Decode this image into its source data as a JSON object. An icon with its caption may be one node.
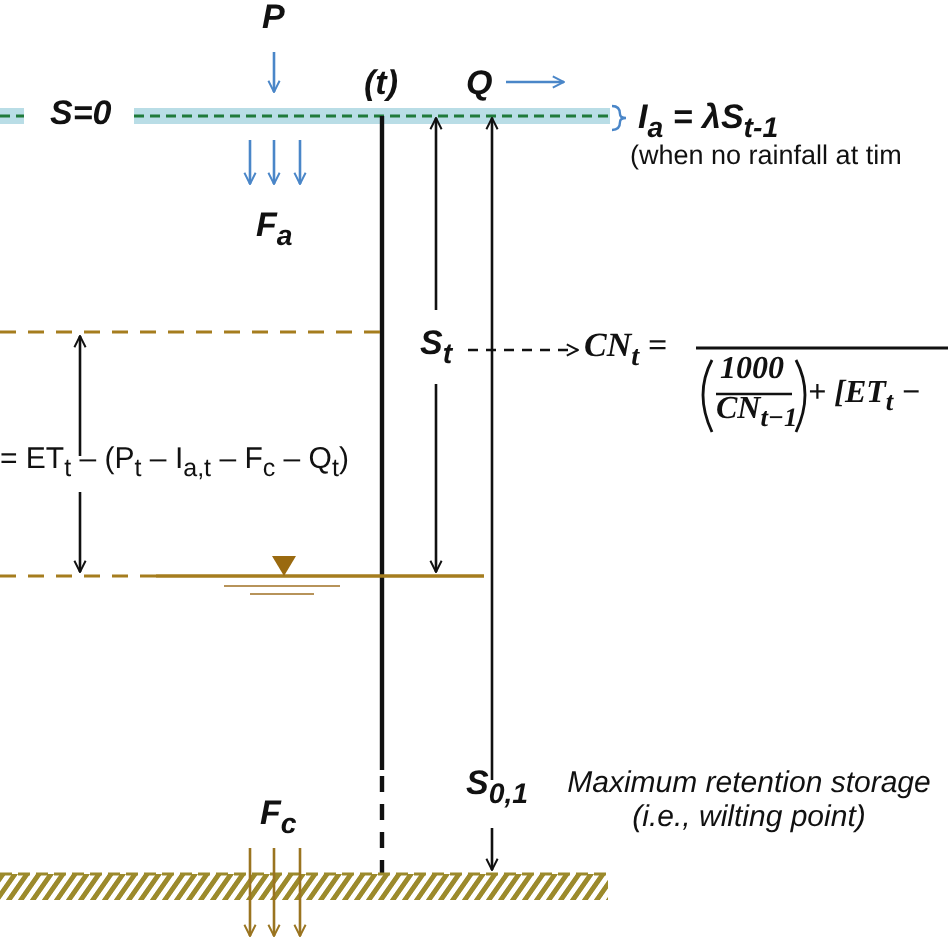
{
  "diagram": {
    "nodes": [
      {
        "text": [
          "S$_{t}$"
        ]
      },
      {
        "text": [
          "CN$_{t}$ =",
          "1000",
          "CN$_{t−1}$",
          "+ [ET$_{t}$ −"
        ]
      }
    ],
    "edges": [
      {
        "from": 0,
        "to": 1,
        "arrow": "to",
        "style": "dashed"
      }
    ],
    "labels": [
      "P",
      "S=0",
      "(t)",
      "Q",
      "I$_{a}$ = λS$_{t-1}$",
      "(when no rainfall at tim",
      "F$_{a}$",
      "= ET$_{t}$ – (P$_{t}$ – I$_{a,t}$ – F$_{c}$ – Q$_{t}$)",
      "F$_{c}$",
      "S$_{0,1}$",
      "Maximum retention storage (i.e., wilting point)"
    ]
  }
}
